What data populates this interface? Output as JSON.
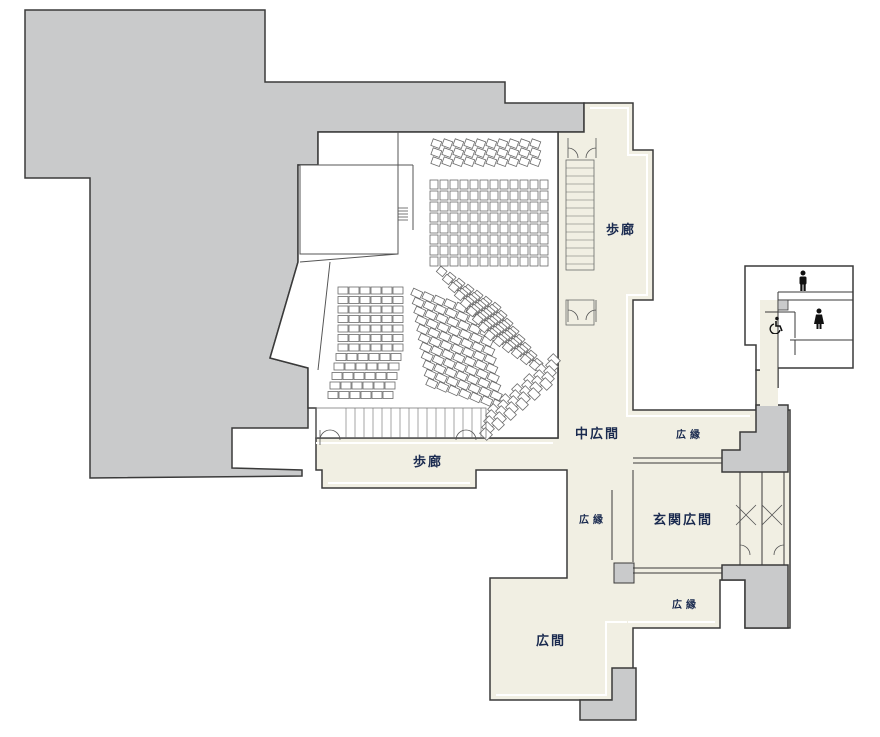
{
  "floor_plan": {
    "colors": {
      "building_outline": "#3a3a3a",
      "existing_building": "#c9cacb",
      "corridor_fill": "#f1efe3",
      "hall_floor": "#ffffff",
      "seat_stroke": "#6a6a6a",
      "label": "#1a2a4f"
    },
    "labels": {
      "corridor_east": "歩廊",
      "corridor_south": "歩廊",
      "middle_hall": "中広間",
      "veranda_north": "広縁",
      "veranda_west": "広縁",
      "entrance_hall": "玄関広間",
      "veranda_south": "広縁",
      "great_hall": "広間"
    },
    "facilities": [
      {
        "name": "men-toilet",
        "icon": "male-toilet-icon"
      },
      {
        "name": "women-toilet",
        "icon": "female-toilet-icon"
      },
      {
        "name": "accessible-toilet",
        "icon": "wheelchair-icon"
      }
    ]
  }
}
